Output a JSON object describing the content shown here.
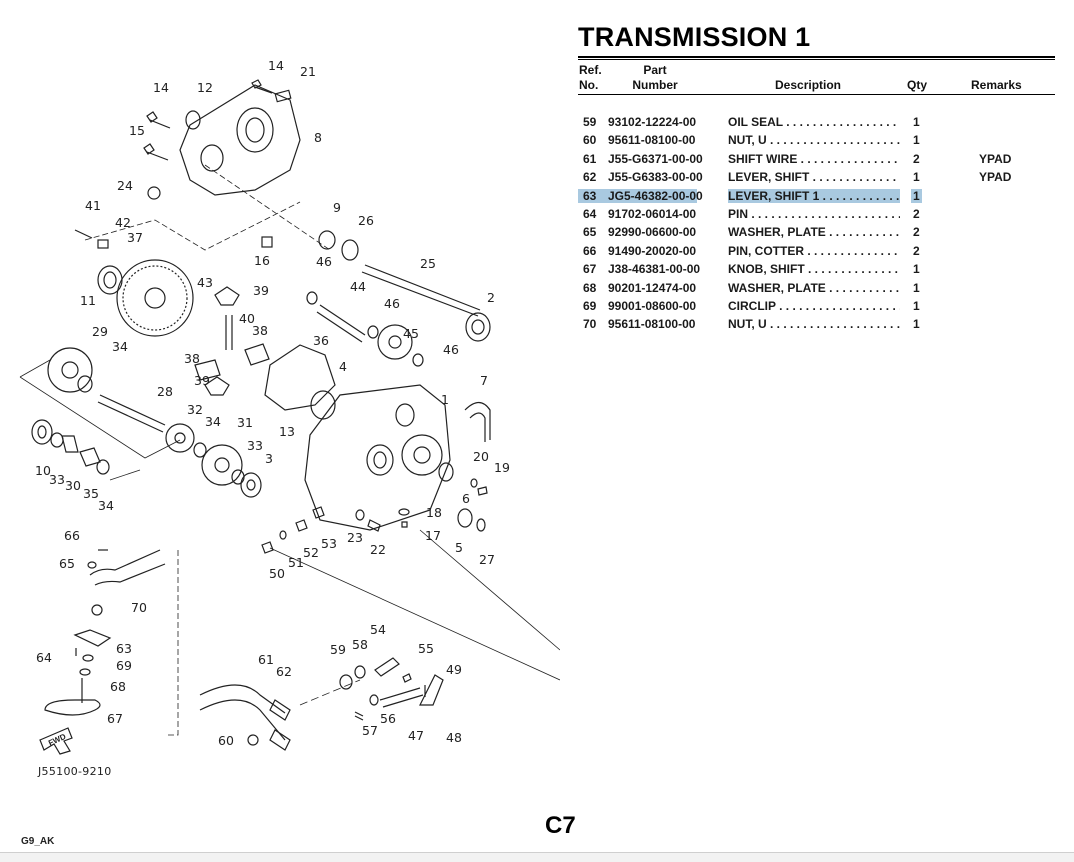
{
  "document": {
    "title": "TRANSMISSION 1",
    "page_label": "C7",
    "model_code": "G9_AK",
    "drawing_code": "J55100-9210",
    "highlight_color": "#a9c9e0"
  },
  "table": {
    "headers": {
      "ref_line1": "Ref.",
      "ref_line2": "No.",
      "part_line1": "Part",
      "part_line2": "Number",
      "description": "Description",
      "qty": "Qty",
      "remarks": "Remarks"
    },
    "rows": [
      {
        "ref": "59",
        "part_number": "93102-12224-00",
        "description": "OIL SEAL",
        "qty": "1",
        "remarks": "",
        "highlighted": false
      },
      {
        "ref": "60",
        "part_number": "95611-08100-00",
        "description": "NUT, U",
        "qty": "1",
        "remarks": "",
        "highlighted": false
      },
      {
        "ref": "61",
        "part_number": "J55-G6371-00-00",
        "description": "SHIFT WIRE",
        "qty": "2",
        "remarks": "YPAD",
        "highlighted": false
      },
      {
        "ref": "62",
        "part_number": "J55-G6383-00-00",
        "description": "LEVER, SHIFT",
        "qty": "1",
        "remarks": "YPAD",
        "highlighted": false
      },
      {
        "ref": "63",
        "part_number": "JG5-46382-00-00",
        "description": "LEVER, SHIFT 1",
        "qty": "1",
        "remarks": "",
        "highlighted": true
      },
      {
        "ref": "64",
        "part_number": "91702-06014-00",
        "description": "PIN",
        "qty": "2",
        "remarks": "",
        "highlighted": false
      },
      {
        "ref": "65",
        "part_number": "92990-06600-00",
        "description": "WASHER, PLATE",
        "qty": "2",
        "remarks": "",
        "highlighted": false
      },
      {
        "ref": "66",
        "part_number": "91490-20020-00",
        "description": "PIN, COTTER",
        "qty": "2",
        "remarks": "",
        "highlighted": false
      },
      {
        "ref": "67",
        "part_number": "J38-46381-00-00",
        "description": "KNOB, SHIFT",
        "qty": "1",
        "remarks": "",
        "highlighted": false
      },
      {
        "ref": "68",
        "part_number": "90201-12474-00",
        "description": "WASHER, PLATE",
        "qty": "1",
        "remarks": "",
        "highlighted": false
      },
      {
        "ref": "69",
        "part_number": "99001-08600-00",
        "description": "CIRCLIP",
        "qty": "1",
        "remarks": "",
        "highlighted": false
      },
      {
        "ref": "70",
        "part_number": "95611-08100-00",
        "description": "NUT, U",
        "qty": "1",
        "remarks": "",
        "highlighted": false
      }
    ]
  },
  "diagram": {
    "callouts": [
      "14",
      "21",
      "14",
      "12",
      "8",
      "15",
      "24",
      "41",
      "42",
      "37",
      "9",
      "26",
      "16",
      "11",
      "46",
      "25",
      "43",
      "39",
      "44",
      "40",
      "46",
      "2",
      "38",
      "45",
      "29",
      "34",
      "38",
      "36",
      "46",
      "39",
      "4",
      "7",
      "28",
      "1",
      "32",
      "34",
      "31",
      "13",
      "33",
      "3",
      "20",
      "19",
      "10",
      "33",
      "30",
      "35",
      "34",
      "6",
      "18",
      "23",
      "53",
      "22",
      "17",
      "5",
      "27",
      "66",
      "65",
      "52",
      "51",
      "50",
      "70",
      "63",
      "64",
      "69",
      "68",
      "67",
      "54",
      "59",
      "58",
      "55",
      "61",
      "62",
      "49",
      "56",
      "57",
      "47",
      "48",
      "60"
    ],
    "fwd_label": "FWD"
  }
}
